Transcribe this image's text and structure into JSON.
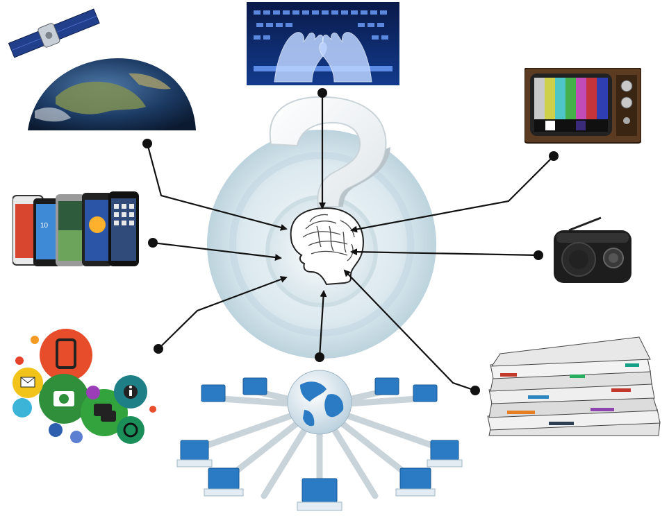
{
  "diagram": {
    "center": {
      "symbol": "?",
      "icon": "head-brain-icon"
    },
    "sources": [
      {
        "id": "satellite-earth",
        "icon": "satellite-earth-icon"
      },
      {
        "id": "keyboard",
        "icon": "keyboard-typing-icon"
      },
      {
        "id": "television",
        "icon": "television-icon"
      },
      {
        "id": "smartphones",
        "icon": "smartphones-icon"
      },
      {
        "id": "radio",
        "icon": "radio-icon"
      },
      {
        "id": "social-media",
        "icon": "social-media-apps-icon"
      },
      {
        "id": "network",
        "icon": "globe-network-icon"
      },
      {
        "id": "newspapers",
        "icon": "newspaper-stack-icon"
      }
    ],
    "colors": {
      "disc_outer": "#cfe0e8",
      "disc_inner": "#e4eef2",
      "arrow": "#111111",
      "network_blue": "#2a7bc4"
    }
  }
}
